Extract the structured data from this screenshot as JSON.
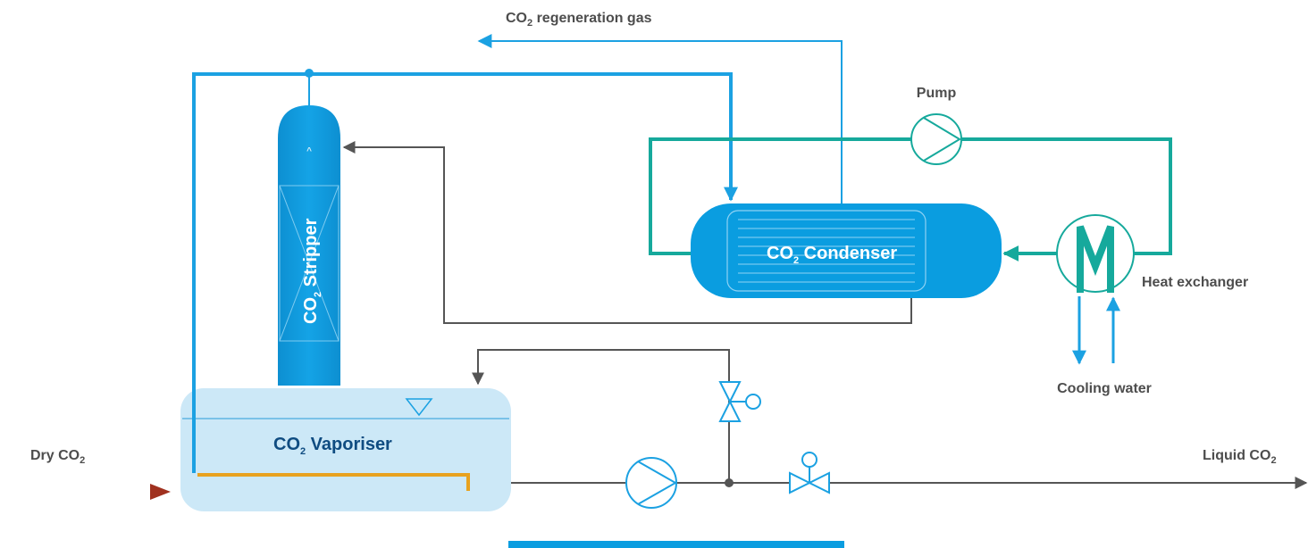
{
  "labels": {
    "regen_gas": "CO2 regeneration gas",
    "pump": "Pump",
    "stripper": "CO2 Stripper",
    "condenser": "CO2 Condenser",
    "heat_exchanger_letter": "M",
    "heat_exchanger": "Heat exchanger",
    "cooling_water": "Cooling water",
    "vaporiser": "CO2 Vaporiser",
    "dry_co2": "Dry CO2",
    "liquid_co2": "Liquid CO2"
  },
  "colors": {
    "co2_gas_line": "#1ba1e2",
    "coolant_line": "#16a99c",
    "process_line": "#555555",
    "equipment_fill": "#0a9de0",
    "vaporiser_fill": "#cce8f7",
    "dry_co2_line": "#a0311f",
    "heating_coil": "#e8a21f"
  }
}
